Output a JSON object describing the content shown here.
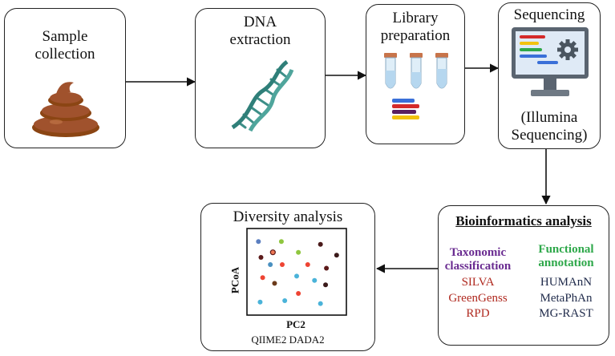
{
  "steps": {
    "sample": {
      "title_line1": "Sample",
      "title_line2": "collection"
    },
    "dna": {
      "title_line1": "DNA",
      "title_line2": "extraction"
    },
    "library": {
      "title_line1": "Library",
      "title_line2": "preparation"
    },
    "sequencing": {
      "title": "Sequencing",
      "sub_line1": "(Illumina",
      "sub_line2": "Sequencing)"
    },
    "bioinformatics": {
      "title": "Bioinformatics analysis",
      "taxonomic": {
        "heading_line1": "Taxonomic",
        "heading_line2": "classification",
        "items": [
          "SILVA",
          "GreenGenss",
          "RPD"
        ]
      },
      "functional": {
        "heading_line1": "Functional",
        "heading_line2": "annotation",
        "items": [
          "HUMAnN",
          "MetaPhAn",
          "MG-RAST"
        ]
      }
    },
    "diversity": {
      "title": "Diversity analysis",
      "xlabel": "PC2",
      "ylabel": "PCoA",
      "tools": "QIIME2 DADA2"
    }
  },
  "colors": {
    "taxonomic": "#6a2c91",
    "functional": "#2ea84a",
    "tax_items": "#b02a20",
    "func_items": "#1f2a4a",
    "dna": "#3d8f88",
    "poop": "#a0522d"
  },
  "icons": [
    "poop-icon",
    "dna-helix-icon",
    "test-tube-icon",
    "computer-monitor-icon",
    "gear-icon"
  ],
  "chart_data": {
    "type": "scatter",
    "xlabel": "PC2",
    "ylabel": "PCoA",
    "points": [
      {
        "x": 0.05,
        "y": 0.92,
        "color": "#5b7fc0"
      },
      {
        "x": 0.32,
        "y": 0.92,
        "color": "#8fc63f"
      },
      {
        "x": 0.78,
        "y": 0.88,
        "color": "#4a1a1a"
      },
      {
        "x": 0.08,
        "y": 0.7,
        "color": "#5c1a1a"
      },
      {
        "x": 0.22,
        "y": 0.77,
        "color": "#ee7755"
      },
      {
        "x": 0.52,
        "y": 0.77,
        "color": "#8fc63f"
      },
      {
        "x": 0.97,
        "y": 0.73,
        "color": "#3b1a1a"
      },
      {
        "x": 0.33,
        "y": 0.6,
        "color": "#ee4433"
      },
      {
        "x": 0.63,
        "y": 0.6,
        "color": "#ee4433"
      },
      {
        "x": 0.19,
        "y": 0.6,
        "color": "#4a90c0"
      },
      {
        "x": 0.85,
        "y": 0.55,
        "color": "#5c1a1a"
      },
      {
        "x": 0.1,
        "y": 0.42,
        "color": "#ee4433"
      },
      {
        "x": 0.5,
        "y": 0.44,
        "color": "#4ab3d9"
      },
      {
        "x": 0.24,
        "y": 0.34,
        "color": "#6b3a1a"
      },
      {
        "x": 0.71,
        "y": 0.38,
        "color": "#4ab3d9"
      },
      {
        "x": 0.84,
        "y": 0.32,
        "color": "#3b1a1a"
      },
      {
        "x": 0.52,
        "y": 0.2,
        "color": "#ee4433"
      },
      {
        "x": 0.07,
        "y": 0.08,
        "color": "#4ab3d9"
      },
      {
        "x": 0.36,
        "y": 0.1,
        "color": "#4ab3d9"
      },
      {
        "x": 0.78,
        "y": 0.06,
        "color": "#4ab3d9"
      }
    ]
  }
}
